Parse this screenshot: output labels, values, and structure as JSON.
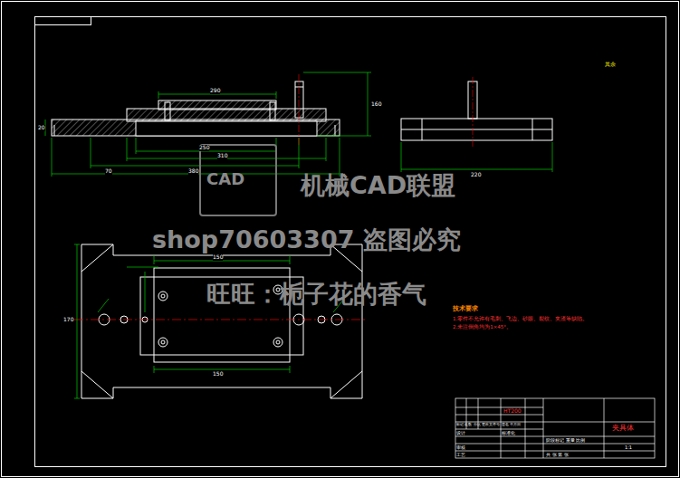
{
  "diagram": {
    "labels": [
      "CAD",
      "机械CAD联盟",
      "shop70603307  盗图必究",
      "旺旺：栀子花的香气",
      "技术要求",
      "1.零件不允许有毛刺、飞边、砂眼、裂纹、夹渣等缺陷。",
      "2.未注倒角均为1×45°。",
      "其余",
      "290",
      "380",
      "310",
      "250",
      "220",
      "70",
      "160",
      "20",
      "150",
      "150",
      "170",
      "夹具体",
      "HT200",
      "标记 处数 分区 更改文件号 签名 年月日",
      "设计",
      "标准化",
      "审核",
      "工艺",
      "阶段标记 重量 比例",
      "1:1",
      "共 张 第 张"
    ]
  }
}
